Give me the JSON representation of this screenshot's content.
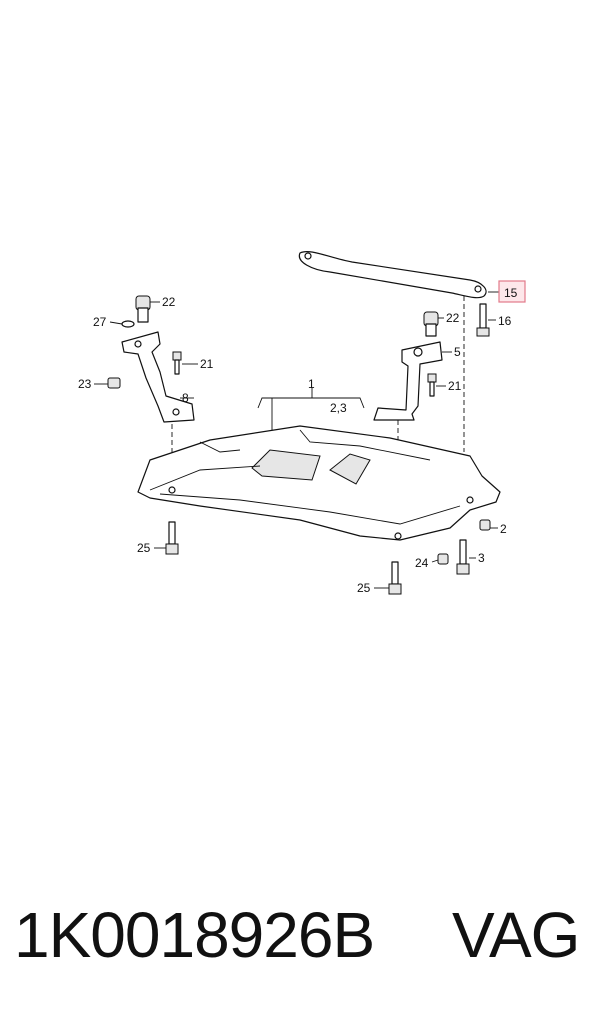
{
  "diagram": {
    "callouts": {
      "c1": "1",
      "c2_3": "2,3",
      "c2": "2",
      "c3": "3",
      "c5": "5",
      "c8": "8",
      "c15": "15",
      "c16": "16",
      "c21a": "21",
      "c21b": "21",
      "c22a": "22",
      "c22b": "22",
      "c23": "23",
      "c24": "24",
      "c25a": "25",
      "c25b": "25",
      "c27": "27"
    },
    "highlight_color": "#e27a8a"
  },
  "caption": {
    "part_number": "1K0018926B",
    "brand": "VAG"
  }
}
